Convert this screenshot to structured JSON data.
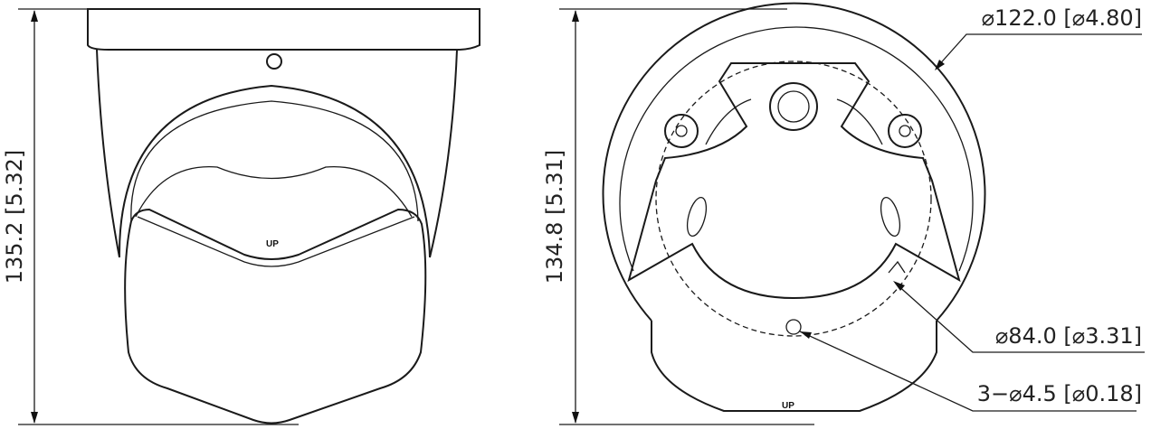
{
  "dimensions": {
    "side_height": "135.2 [5.32]",
    "bottom_height": "134.8 [5.31]",
    "outer_diameter": "⌀122.0 [⌀4.80]",
    "mount_circle_diameter": "⌀84.0 [⌀3.31]",
    "mount_holes": "3−⌀4.5 [⌀0.18]"
  },
  "labels": {
    "side_up": "UP",
    "bottom_up": "UP"
  }
}
